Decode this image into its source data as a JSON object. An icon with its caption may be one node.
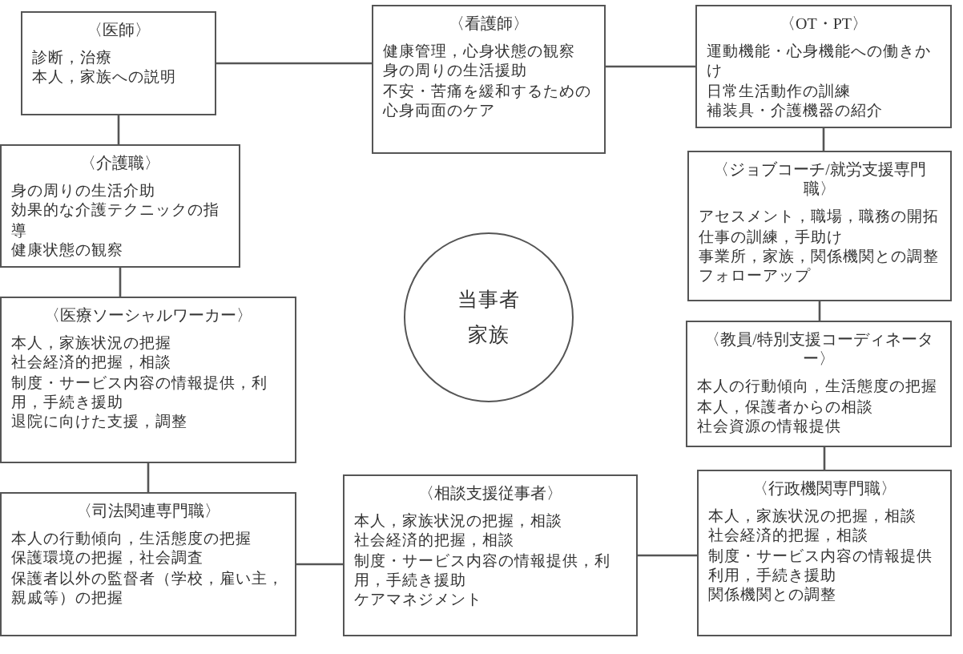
{
  "diagram": {
    "nodes": [
      {
        "text": [
          "〈医師〉",
          "診断，治療",
          "本人，家族への説明"
        ]
      },
      {
        "text": [
          "〈看護師〉",
          "健康管理，心身状態の観察",
          "身の周りの生活援助",
          "不安・苦痛を緩和するための心身両面のケア"
        ]
      },
      {
        "text": [
          "〈OT・PT〉",
          "運動機能・心身機能への働きかけ",
          "日常生活動作の訓練",
          "補装具・介護機器の紹介"
        ]
      },
      {
        "text": [
          "〈介護職〉",
          "身の周りの生活介助",
          "効果的な介護テクニックの指導",
          "健康状態の観察"
        ]
      },
      {
        "text": [
          "〈ジョブコーチ/就労支援専門職〉",
          "アセスメント，職場，職務の開拓",
          "仕事の訓練，手助け",
          "事業所，家族，関係機関との調整",
          "フォローアップ"
        ]
      },
      {
        "text": [
          "当事者",
          "家族"
        ]
      },
      {
        "text": [
          "〈医療ソーシャルワーカー〉",
          "本人，家族状況の把握",
          "社会経済的把握，相談",
          "制度・サービス内容の情報提供，利用，手続き援助",
          "退院に向けた支援，調整"
        ]
      },
      {
        "text": [
          "〈教員/特別支援コーディネーター〉",
          "本人の行動傾向，生活態度の把握",
          "本人，保護者からの相談",
          "社会資源の情報提供"
        ]
      },
      {
        "text": [
          "〈司法関連専門職〉",
          "本人の行動傾向，生活態度の把握",
          "保護環境の把握，社会調査",
          "保護者以外の監督者（学校，雇い主，親戚等）の把握"
        ]
      },
      {
        "text": [
          "〈相談支援従事者〉",
          "本人，家族状況の把握，相談",
          "社会経済的把握，相談",
          "制度・サービス内容の情報提供，利用，手続き援助",
          "ケアマネジメント"
        ]
      },
      {
        "text": [
          "〈行政機関専門職〉",
          "本人，家族状況の把握，相談",
          "社会経済的把握，相談",
          "制度・サービス内容の情報提供",
          "利用，手続き援助",
          "関係機関との調整"
        ]
      }
    ],
    "edges": [
      {
        "from": 0,
        "to": 1,
        "arrow": "none"
      },
      {
        "from": 1,
        "to": 2,
        "arrow": "none"
      },
      {
        "from": 0,
        "to": 3,
        "arrow": "none"
      },
      {
        "from": 3,
        "to": 6,
        "arrow": "none"
      },
      {
        "from": 6,
        "to": 8,
        "arrow": "none"
      },
      {
        "from": 8,
        "to": 9,
        "arrow": "none"
      },
      {
        "from": 9,
        "to": 10,
        "arrow": "none"
      },
      {
        "from": 2,
        "to": 4,
        "arrow": "none"
      },
      {
        "from": 4,
        "to": 7,
        "arrow": "none"
      },
      {
        "from": 7,
        "to": 10,
        "arrow": "none"
      }
    ]
  }
}
